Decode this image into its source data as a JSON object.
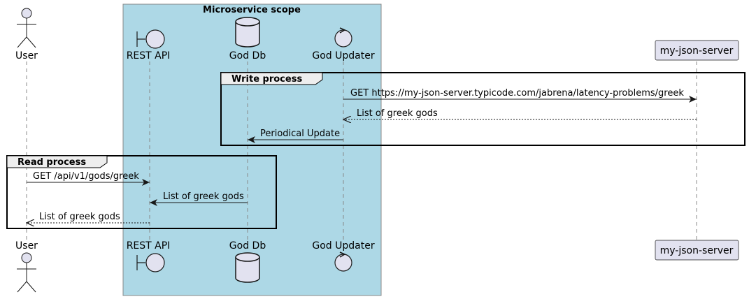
{
  "boundary": {
    "title": "Microservice scope",
    "color": "#ADD8E6"
  },
  "participants": {
    "user": {
      "label": "User",
      "icon": "actor-icon"
    },
    "rest_api": {
      "label": "REST API",
      "icon": "boundary-icon"
    },
    "god_db": {
      "label": "God Db",
      "icon": "database-icon"
    },
    "god_updater": {
      "label": "God Updater",
      "icon": "control-icon"
    },
    "json_server": {
      "label": "my-json-server"
    }
  },
  "groups": {
    "write": {
      "label": "Write process",
      "messages": [
        {
          "text": "GET https://my-json-server.typicode.com/jabrena/latency-problems/greek",
          "style": "solid"
        },
        {
          "text": "List of greek gods",
          "style": "dashed"
        },
        {
          "text": "Periodical Update",
          "style": "solid"
        }
      ]
    },
    "read": {
      "label": "Read process",
      "messages": [
        {
          "text": "GET /api/v1/gods/greek",
          "style": "solid"
        },
        {
          "text": "List of greek gods",
          "style": "solid"
        },
        {
          "text": "List of greek gods",
          "style": "dashed"
        }
      ]
    }
  },
  "colors": {
    "participant_fill": "#E2E2F0",
    "lifeline": "#888888",
    "group_header": "#EEEEEE"
  }
}
